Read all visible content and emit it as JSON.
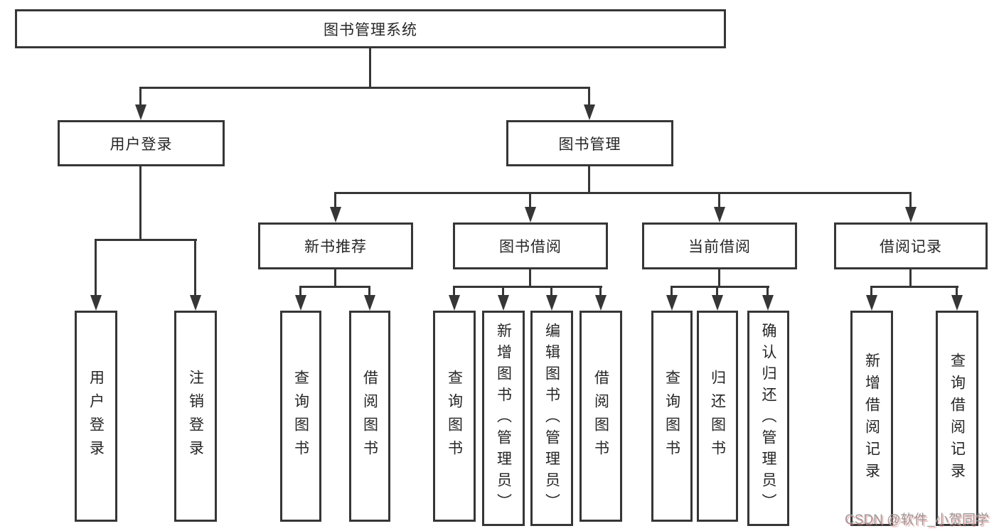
{
  "diagram_title": "图书管理系统",
  "tree": {
    "root": {
      "label": "图书管理系统",
      "children": [
        {
          "label": "用户登录",
          "children": [
            {
              "label": "用户登录"
            },
            {
              "label": "注销登录"
            }
          ]
        },
        {
          "label": "图书管理",
          "children": [
            {
              "label": "新书推荐",
              "children": [
                {
                  "label": "查询图书"
                },
                {
                  "label": "借阅图书"
                }
              ]
            },
            {
              "label": "图书借阅",
              "children": [
                {
                  "label": "查询图书"
                },
                {
                  "label": "新增图书（管理员）"
                },
                {
                  "label": "编辑图书（管理员）"
                },
                {
                  "label": "借阅图书"
                }
              ]
            },
            {
              "label": "当前借阅",
              "children": [
                {
                  "label": "查询图书"
                },
                {
                  "label": "归还图书"
                },
                {
                  "label": "确认归还（管理员）"
                }
              ]
            },
            {
              "label": "借阅记录",
              "children": [
                {
                  "label": "新增借阅记录"
                },
                {
                  "label": "查询借阅记录"
                }
              ]
            }
          ]
        }
      ]
    }
  },
  "watermark": {
    "text": "CSDN @软件_小贺同学"
  },
  "colors": {
    "line": "#363636",
    "box_border": "#363636",
    "box_background": "#ffffff",
    "text": "#262626",
    "page_background": "#ffffff",
    "watermark_text": "#9a9a9a",
    "watermark_shadow": "#eb8282"
  }
}
